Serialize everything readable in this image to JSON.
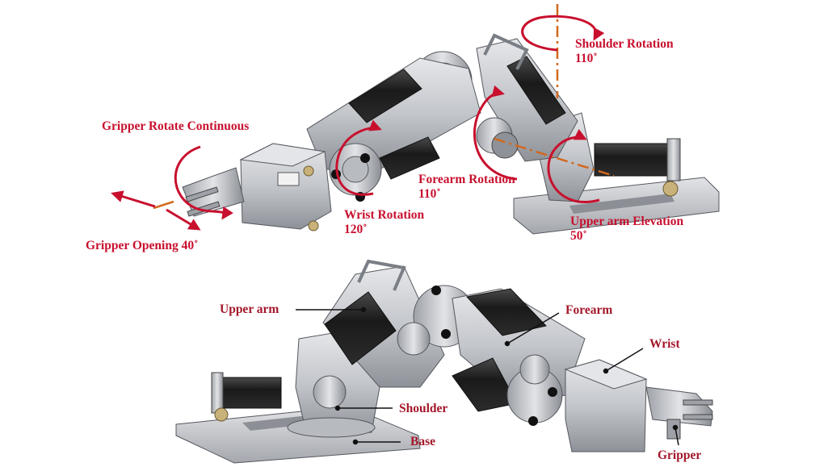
{
  "colors": {
    "annotation_red": "#c8102e",
    "label_maroon": "#a3182a",
    "axis_orange": "#d2691e",
    "metal_light": "#d4d6da",
    "metal_mid": "#a9acb2",
    "metal_dark": "#6f737a",
    "motor_black": "#1e1e1e",
    "base_plate": "#cfd1d5"
  },
  "top_view": {
    "annotations": [
      {
        "id": "shoulder-rotation",
        "name": "Shoulder Rotation",
        "value": "110˚"
      },
      {
        "id": "gripper-rotate",
        "name": "Gripper Rotate Continuous",
        "value": ""
      },
      {
        "id": "forearm-rotation",
        "name": "Forearm Rotation",
        "value": "110˚"
      },
      {
        "id": "wrist-rotation",
        "name": "Wrist Rotation",
        "value": "120˚"
      },
      {
        "id": "upper-arm-elevation",
        "name": "Upper arm Elevation",
        "value": "50˚"
      },
      {
        "id": "gripper-opening",
        "name": "Gripper Opening 40˚",
        "value": ""
      }
    ]
  },
  "bottom_view": {
    "parts": [
      {
        "id": "upper-arm",
        "name": "Upper arm"
      },
      {
        "id": "forearm",
        "name": "Forearm"
      },
      {
        "id": "wrist",
        "name": "Wrist"
      },
      {
        "id": "shoulder",
        "name": "Shoulder"
      },
      {
        "id": "base",
        "name": "Base"
      },
      {
        "id": "gripper",
        "name": "Gripper"
      }
    ]
  }
}
